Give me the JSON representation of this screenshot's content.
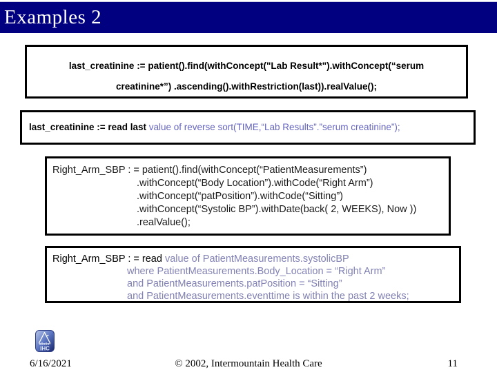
{
  "slide": {
    "title": "Examples 2",
    "footer": {
      "date": "6/16/2021",
      "copyright": "© 2002, Intermountain Health Care",
      "page_number": "11"
    },
    "logo": {
      "name": "ihc-logo",
      "text": "IHC"
    }
  },
  "colors": {
    "title_bar": "#000080",
    "title_text": "#ffffff",
    "box_border": "#000000",
    "code_black": "#000000",
    "code_violet": "#6565c0",
    "code_violet_soft": "#8181b4",
    "slide_bg": "#ffffff"
  },
  "boxes": {
    "object_creatinine": {
      "line1": "last_creatinine := patient().find(withConcept(\"Lab Result*\").withConcept(“serum",
      "line2": "creatinine*”) .ascending().withRestriction(last)).realValue();"
    },
    "arden_creatinine": {
      "black": "last_creatinine := read last ",
      "violet": "value of reverse sort(TIME,“Lab Results”.”serum creatinine”);"
    },
    "object_sbp": {
      "line1": "Right_Arm_SBP : = patient().find(withConcept(“PatientMeasurements”)",
      "line2": ".withConcept(“Body Location”).withCode(“Right Arm”)",
      "line3": ".withConcept(“patPosition”).withCode(“Sitting”)",
      "line4": ".withConcept(“Systolic BP”).withDate(back( 2, WEEKS), Now ))",
      "line5": ".realValue();"
    },
    "arden_sbp": {
      "black": "Right_Arm_SBP : = read ",
      "violet_line1": "value of PatientMeasurements.systolicBP",
      "line2": "where PatientMeasurements.Body_Location = “Right Arm”",
      "line3": "and PatientMeasurements.patPosition = “Sitting”",
      "line4": "and PatientMeasurements.eventtime is within the past 2 weeks;"
    }
  }
}
